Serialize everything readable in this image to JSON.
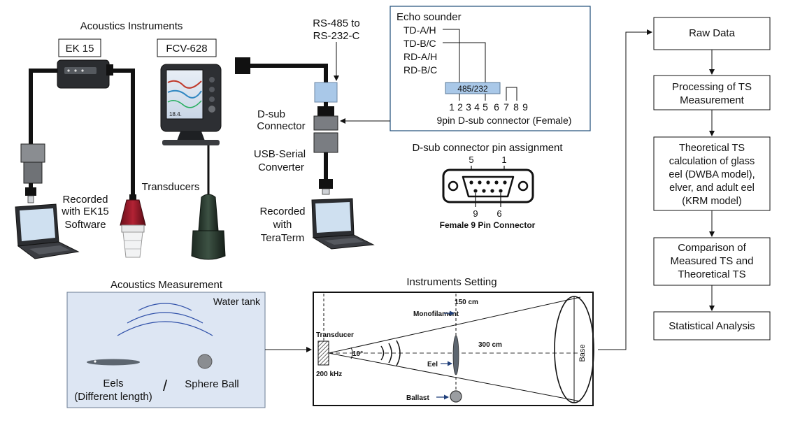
{
  "colors": {
    "box_border": "#1f4e79",
    "tank_fill": "#dde6f3",
    "wave": "#2e4fa8",
    "chip_fill": "#a9c8e8",
    "cable": "#111111",
    "eel": "#5d6670"
  },
  "top": {
    "title": "Acoustics Instruments",
    "ek15": "EK 15",
    "fcv": "FCV-628",
    "rs_line1": "RS-485 to",
    "rs_line2": "RS-232-C",
    "dsub_line1": "D-sub",
    "dsub_line2": "Connector",
    "usb_line1": "USB-Serial",
    "usb_line2": "Converter",
    "transducers": "Transducers",
    "rec_ek_1": "Recorded",
    "rec_ek_2": "with EK15",
    "rec_ek_3": "Software",
    "rec_tt_1": "Recorded",
    "rec_tt_2": "with",
    "rec_tt_3": "TeraTerm",
    "screen_text": "18.4."
  },
  "echo": {
    "title": "Echo sounder",
    "labels": [
      "TD-A/H",
      "TD-B/C",
      "RD-A/H",
      "RD-B/C"
    ],
    "chip": "485/232",
    "pins": [
      "1",
      "2",
      "3",
      "4",
      "5",
      "6",
      "7",
      "8",
      "9"
    ],
    "caption": "9pin D-sub connector (Female)"
  },
  "pin_assign": {
    "title": "D-sub connector pin assignment",
    "top_left": "5",
    "top_right": "1",
    "bottom_left": "9",
    "bottom_right": "6",
    "caption": "Female 9 Pin Connector"
  },
  "flow": {
    "steps": [
      [
        "Raw Data"
      ],
      [
        "Processing of TS",
        "Measurement"
      ],
      [
        "Theoretical TS",
        "calculation  of glass",
        "eel (DWBA model),",
        "elver,  and adult eel",
        "(KRM model)"
      ],
      [
        "Comparison of",
        "Measured TS and",
        "Theoretical TS"
      ],
      [
        "Statistical Analysis"
      ]
    ]
  },
  "tank": {
    "title": "Acoustics Measurement",
    "label": "Water tank",
    "eels_1": "Eels",
    "eels_2": "(Different length)",
    "slash": "/",
    "sphere": "Sphere Ball"
  },
  "setting": {
    "title": "Instruments  Setting",
    "transducer": "Transducer",
    "freq": "200 kHz",
    "angle": "10°",
    "mono": "Monofilament",
    "dist150": "150 cm",
    "dist300": "300 cm",
    "eel": "Eel",
    "ballast": "Ballast",
    "base": "Base"
  }
}
